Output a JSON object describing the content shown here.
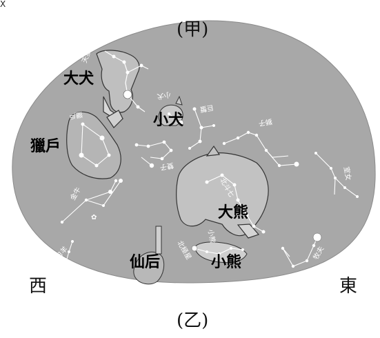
{
  "corner_text": "X",
  "top_label": "(甲)",
  "bottom_label": "(乙)",
  "directions": {
    "west": "西",
    "east": "東"
  },
  "constellations": [
    {
      "id": "canis-major",
      "label": "大犬"
    },
    {
      "id": "canis-minor",
      "label": "小犬"
    },
    {
      "id": "orion",
      "label": "獵戶"
    },
    {
      "id": "ursa-major",
      "label": "大熊"
    },
    {
      "id": "ursa-minor",
      "label": "小熊"
    },
    {
      "id": "cassiopeia",
      "label": "仙后"
    }
  ],
  "small_labels": [
    {
      "id": "tianlang",
      "text": "天狼"
    },
    {
      "id": "xiaoquan",
      "text": "小犬"
    },
    {
      "id": "juxie",
      "text": "巨蟹"
    },
    {
      "id": "shizi",
      "text": "獅子"
    },
    {
      "id": "shuangzi",
      "text": "雙子"
    },
    {
      "id": "jinniu",
      "text": "金牛"
    },
    {
      "id": "baiyang",
      "text": "白羊"
    },
    {
      "id": "shinu",
      "text": "室女"
    },
    {
      "id": "beidouqi",
      "text": "北斗七"
    },
    {
      "id": "xiaoxiong",
      "text": "小熊"
    },
    {
      "id": "beiji",
      "text": "北極星"
    },
    {
      "id": "mufu",
      "text": "牧夫"
    },
    {
      "id": "liehu",
      "text": "獵戶"
    }
  ],
  "colors": {
    "sky": "#a8a8a8",
    "line": "#ffffff",
    "ink": "#000000"
  }
}
